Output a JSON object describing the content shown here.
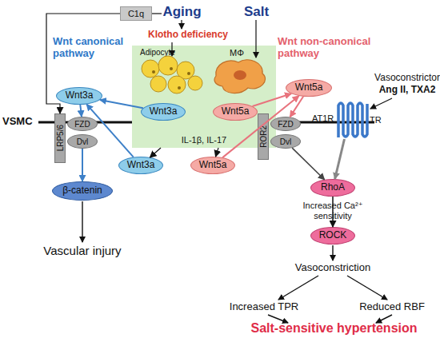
{
  "diagram": {
    "nodes": [
      {
        "text": [
          "C1q"
        ]
      },
      {
        "text": [
          "Adipocyte",
          "MΦ",
          "IL-1β, IL-17"
        ]
      },
      {
        "text": [
          "Wnt3a"
        ],
        "in": 1
      },
      {
        "text": [
          "Wnt5a"
        ],
        "in": 1
      },
      {
        "text": [
          "Wnt3a"
        ]
      },
      {
        "text": [
          "Wnt5a"
        ]
      },
      {
        "text": [
          "LRP5/6"
        ]
      },
      {
        "text": [
          "FZD"
        ]
      },
      {
        "text": [
          "Dvl"
        ]
      },
      {
        "text": [
          "Wnt3a"
        ]
      },
      {
        "text": [
          "Wnt5a"
        ]
      },
      {
        "text": [
          "ROR2"
        ]
      },
      {
        "text": [
          "FZD"
        ]
      },
      {
        "text": [
          "Dvl"
        ]
      },
      {
        "text": [
          "AT1R",
          "TR"
        ]
      },
      {
        "text": [
          "β-catenin"
        ]
      },
      {
        "text": [
          "RhoA"
        ]
      },
      {
        "text": [
          "ROCK"
        ]
      }
    ],
    "edges": [
      {
        "from": 0,
        "to": 6,
        "arrow": "to"
      },
      {
        "from": 2,
        "to": 4,
        "arrow": "to"
      },
      {
        "from": 3,
        "to": 5,
        "arrow": "to"
      },
      {
        "from": 4,
        "to": 7,
        "arrow": "to"
      },
      {
        "from": 5,
        "to": 12,
        "arrow": "to"
      },
      {
        "from": 9,
        "to": 4,
        "arrow": "to"
      },
      {
        "from": 10,
        "to": 5,
        "arrow": "to"
      },
      {
        "from": 1,
        "to": 9,
        "arrow": "to"
      },
      {
        "from": 1,
        "to": 10,
        "arrow": "to"
      },
      {
        "from": 8,
        "to": 15,
        "arrow": "to"
      },
      {
        "from": 13,
        "to": 16,
        "arrow": "to"
      },
      {
        "from": 14,
        "to": 16,
        "arrow": "to"
      },
      {
        "from": 16,
        "to": 17,
        "arrow": "to"
      }
    ],
    "labels": [
      "Aging",
      "Salt",
      "Klotho deficiency",
      "Wnt canonical pathway",
      "Wnt non-canonical pathway",
      "VSMC",
      "Vasoconstrictor",
      "Ang II, TXA2",
      "Increased Ca²⁺ sensitivity",
      "Vascular injury",
      "Vasoconstriction",
      "Increased TPR",
      "Reduced RBF",
      "Salt-sensitive hypertension"
    ]
  }
}
